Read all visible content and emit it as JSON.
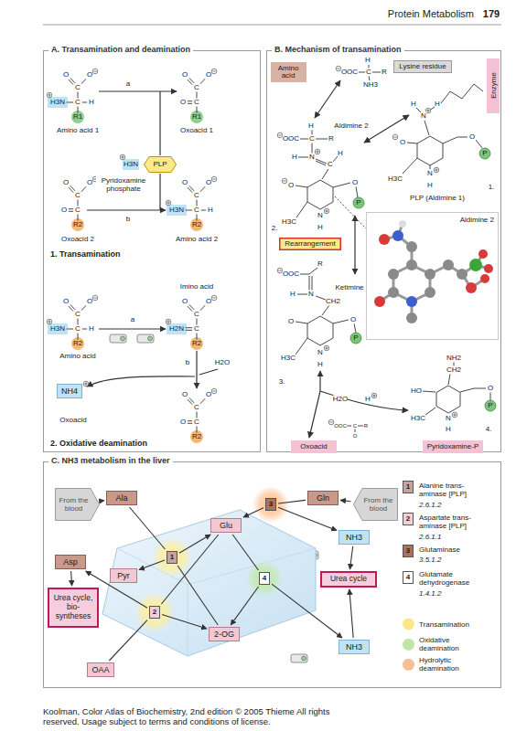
{
  "diagram": {
    "title": "Protein Metabolism",
    "caption": "Koolman, Color Atlas of Biochemistry, 2nd edition © 2005 Thieme All rights reserved. Usage subject to terms and conditions of license.",
    "nodes": [
      {
        "text": [
          "A. Transamination and deamination"
        ]
      },
      {
        "text": [
          "PLP"
        ],
        "in": 0
      },
      {
        "text": [
          "NH4"
        ],
        "in": 0
      },
      {
        "text": [
          "B. Mechanism of transamination"
        ]
      },
      {
        "text": [
          "Amino acid"
        ],
        "in": 3
      },
      {
        "text": [
          "Lysine residue"
        ],
        "in": 3
      },
      {
        "text": [
          "Enzyme"
        ],
        "in": 3
      },
      {
        "text": [
          "Rearrangement"
        ],
        "in": 3
      },
      {
        "text": [
          "Oxoacid"
        ],
        "in": 3
      },
      {
        "text": [
          "Pyridoxamine-P"
        ],
        "in": 3
      },
      {
        "text": [
          "Aldimine 2"
        ],
        "in": 3
      },
      {
        "text": [
          "C. NH3 metabolism in the liver"
        ]
      },
      {
        "text": [
          "From the blood"
        ],
        "in": 11
      },
      {
        "text": [
          "Ala"
        ],
        "in": 11
      },
      {
        "text": [
          "Glu"
        ],
        "in": 11
      },
      {
        "text": [
          "From the blood"
        ],
        "in": 11
      },
      {
        "text": [
          "Gln"
        ],
        "in": 11
      },
      {
        "text": [
          "Asp"
        ],
        "in": 11
      },
      {
        "text": [
          "Pyr"
        ],
        "in": 11
      },
      {
        "text": [
          "NH3"
        ],
        "in": 11
      },
      {
        "text": [
          "Urea cycle, bio- syntheses"
        ],
        "in": 11
      },
      {
        "text": [
          "1"
        ],
        "in": 11
      },
      {
        "text": [
          "3"
        ],
        "in": 11
      },
      {
        "text": [
          "4"
        ],
        "in": 11
      },
      {
        "text": [
          "2"
        ],
        "in": 11
      },
      {
        "text": [
          "Urea cycle"
        ],
        "in": 11
      },
      {
        "text": [
          "2-OG"
        ],
        "in": 11
      },
      {
        "text": [
          "NH3"
        ],
        "in": 11
      },
      {
        "text": [
          "OAA"
        ],
        "in": 11
      },
      {
        "text": [
          "1"
        ],
        "in": 11
      },
      {
        "text": [
          "2"
        ],
        "in": 11
      },
      {
        "text": [
          "3"
        ],
        "in": 11
      },
      {
        "text": [
          "4"
        ],
        "in": 11
      }
    ],
    "edges": [
      {
        "from": 12,
        "to": 13,
        "arrow": "to"
      },
      {
        "from": 13,
        "to": 21,
        "arrow": "none"
      },
      {
        "from": 21,
        "to": 18,
        "arrow": "to"
      },
      {
        "from": 26,
        "to": 21,
        "arrow": "none"
      },
      {
        "from": 21,
        "to": 14,
        "arrow": "to"
      },
      {
        "from": 14,
        "to": 24,
        "arrow": "none"
      },
      {
        "from": 24,
        "to": 26,
        "arrow": "to"
      },
      {
        "from": 28,
        "to": 24,
        "arrow": "none"
      },
      {
        "from": 24,
        "to": 17,
        "arrow": "to"
      },
      {
        "from": 17,
        "to": 20,
        "arrow": "to"
      },
      {
        "from": 15,
        "to": 16,
        "arrow": "to"
      },
      {
        "from": 16,
        "to": 22,
        "arrow": "none"
      },
      {
        "from": 22,
        "to": 14,
        "arrow": "to"
      },
      {
        "from": 22,
        "to": 19,
        "arrow": "to"
      },
      {
        "from": 19,
        "to": 25,
        "arrow": "to"
      },
      {
        "from": 14,
        "to": 23,
        "arrow": "none"
      },
      {
        "from": 23,
        "to": 26,
        "arrow": "to"
      },
      {
        "from": 23,
        "to": 27,
        "arrow": "to"
      },
      {
        "from": 27,
        "to": 25,
        "arrow": "to"
      }
    ],
    "labels": [
      "179",
      "O",
      "O",
      "C",
      "H3N",
      "C",
      "H",
      "R1",
      "O",
      "O",
      "C",
      "O",
      "C",
      "R1",
      "a",
      "Amino acid 1",
      "Oxoacid 1",
      "H3N",
      "Pyridoxamine phosphate",
      "O",
      "O",
      "C",
      "O",
      "C",
      "R2",
      "O",
      "O",
      "C",
      "H3N",
      "C",
      "H",
      "R2",
      "b",
      "Oxoacid 2",
      "Amino acid 2",
      "1. Transamination",
      "Imino acid",
      "a",
      "O",
      "O",
      "C",
      "H3N",
      "C",
      "H",
      "R2",
      "O",
      "O",
      "C",
      "H2N",
      "C",
      "R2",
      "Amino acid",
      "b",
      "H2O",
      "Oxoacid",
      "O",
      "O",
      "C",
      "O",
      "C",
      "R2",
      "2. Oxidative deamination",
      "H",
      "OOC",
      "C",
      "R",
      "NH3",
      "H",
      "N",
      "H",
      "O",
      "H3C",
      "N",
      "H",
      "O",
      "P",
      "PLP (Aldimine 1)",
      "1.",
      "H",
      "Aldimine 2",
      "OOC",
      "C",
      "R",
      "H",
      "N",
      "H",
      "C",
      "O",
      "H3C",
      "N",
      "H",
      "O",
      "P",
      "2.",
      "OOC",
      "R",
      "Ketimine",
      "H",
      "N",
      "CH2",
      "O",
      "H3C",
      "N",
      "H",
      "O",
      "P",
      "3.",
      "H2O",
      "H",
      "OOC",
      "C",
      "R",
      "O",
      "NH2",
      "CH2",
      "HO",
      "H3C",
      "N",
      "H",
      "O",
      "P",
      "4.",
      "Alanine trans- aminase [PLP]",
      "2.6.1.2",
      "Aspartate trans- aminase [PLP]",
      "2.6.1.1",
      "Glutaminase",
      "3.5.1.2",
      "Glutamate dehydrogenase",
      "1.4.1.2"
    ],
    "legend": [
      {
        "text": "Transamination",
        "color": "#fde58a"
      },
      {
        "text": "Oxidative deamination",
        "color": "#bfe6a6"
      },
      {
        "text": "Hydrolytic deamination",
        "color": "#f9bf94"
      }
    ]
  }
}
